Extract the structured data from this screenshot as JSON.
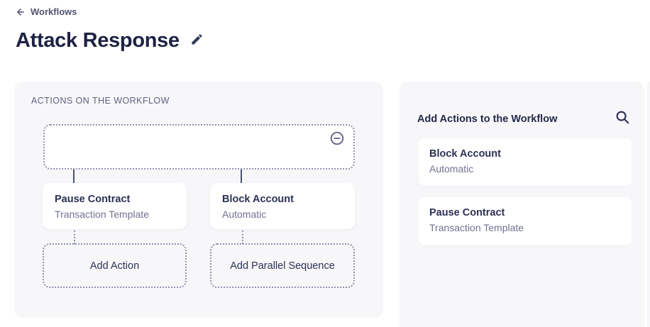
{
  "page": {
    "back_label": "Workflows",
    "title": "Attack Response"
  },
  "canvas": {
    "label": "ACTIONS ON THE WORKFLOW",
    "cards": [
      {
        "title": "Pause Contract",
        "subtitle": "Transaction Template"
      },
      {
        "title": "Block Account",
        "subtitle": "Automatic"
      }
    ],
    "add_action_label": "Add Action",
    "add_parallel_label": "Add Parallel Sequence"
  },
  "library": {
    "heading": "Add Actions to the Workflow",
    "items": [
      {
        "title": "Block Account",
        "subtitle": "Automatic"
      },
      {
        "title": "Pause Contract",
        "subtitle": "Transaction Template"
      }
    ]
  },
  "icons": {
    "back_arrow": "arrow-left",
    "edit": "pencil",
    "remove": "minus-circle",
    "search": "magnifier"
  },
  "colors": {
    "panel_bg": "#f7f7f9",
    "card_bg": "#ffffff",
    "title_navy": "#1d2244",
    "text_navy": "#2b3054",
    "text_gray": "#6f7292",
    "dotted_border": "#8e93ae",
    "connector": "#4d5372"
  }
}
